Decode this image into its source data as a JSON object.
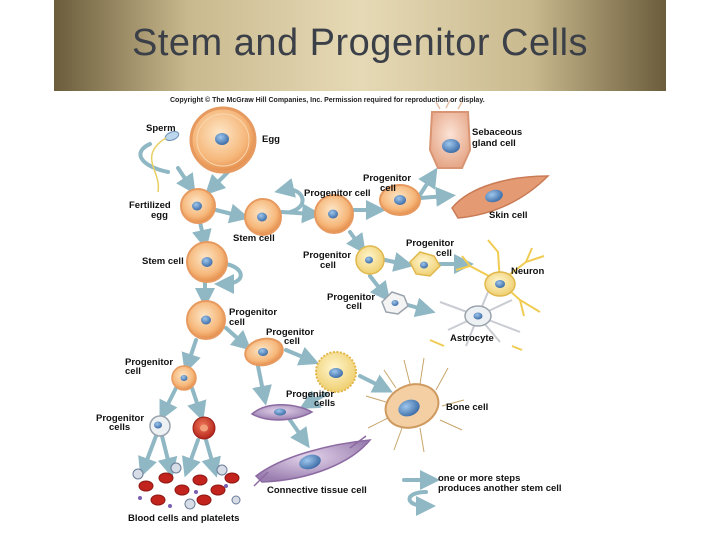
{
  "slide": {
    "title": "Stem and Progenitor Cells"
  },
  "figure": {
    "copyright": "Copyright © The McGraw Hill Companies, Inc. Permission required for reproduction or display.",
    "labels": {
      "sperm": "Sperm",
      "egg": "Egg",
      "fertilized_1": "Fertilized",
      "fertilized_2": "egg",
      "stem_cell_a": "Stem cell",
      "stem_cell_b": "Stem cell",
      "progenitor_top": "Progenitor cell",
      "progenitor_upper_1": "Progenitor",
      "progenitor_upper_2": "cell",
      "sebaceous_1": "Sebaceous",
      "sebaceous_2": "gland cell",
      "skin_cell": "Skin cell",
      "progenitor_mid_1": "Progenitor",
      "progenitor_mid_2": "cell",
      "progenitor_neuron_1": "Progenitor",
      "progenitor_neuron_2": "cell",
      "neuron": "Neuron",
      "progenitor_astro_1": "Progenitor",
      "progenitor_astro_2": "cell",
      "astrocyte": "Astrocyte",
      "progenitor_left_1": "Progenitor",
      "progenitor_left_2": "cell",
      "progenitor_center_1": "Progenitor",
      "progenitor_center_2": "cell",
      "progenitor_blood_1": "Progenitor",
      "progenitor_blood_2": "cell",
      "progenitor_cells_1": "Progenitor",
      "progenitor_cells_2": "cells",
      "progenitor_cells_low_1": "Progenitor",
      "progenitor_cells_low_2": "cells",
      "bone_cell": "Bone cell",
      "connective": "Connective tissue cell",
      "blood": "Blood cells and platelets",
      "legend_1": "one or more steps",
      "legend_2": "produces another stem cell"
    }
  }
}
